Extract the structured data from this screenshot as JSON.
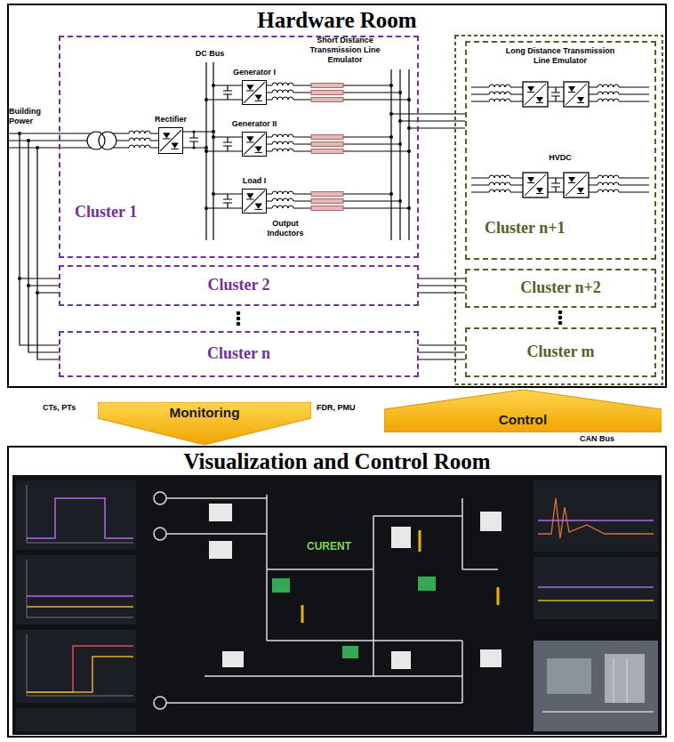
{
  "diagram": {
    "nodes": [
      {
        "text": [
          "Hardware Room"
        ]
      },
      {
        "text": [
          "Cluster 1"
        ],
        "in": 0
      },
      {
        "text": [
          "Rectifier"
        ],
        "in": 1
      },
      {
        "text": [
          "Generator I"
        ],
        "in": 1
      },
      {
        "text": [
          "Generator II"
        ],
        "in": 1
      },
      {
        "text": [
          "Load I"
        ],
        "in": 1
      },
      {
        "text": [
          "Cluster 2"
        ],
        "in": 0
      },
      {
        "text": [
          "Cluster n"
        ],
        "in": 0
      },
      {
        "text": [
          "Cluster n+1"
        ],
        "in": 0
      },
      {
        "text": [
          "Cluster n+2"
        ],
        "in": 0
      },
      {
        "text": [
          "Cluster m"
        ],
        "in": 0
      },
      {
        "text": [
          "Monitoring"
        ]
      },
      {
        "text": [
          "Control"
        ]
      },
      {
        "text": [
          "Visualization and Control Room"
        ]
      }
    ],
    "edges": [
      {
        "from": 1,
        "to": 8,
        "arrow": "none"
      },
      {
        "from": 6,
        "to": 9,
        "arrow": "none"
      },
      {
        "from": 7,
        "to": 10,
        "arrow": "none"
      }
    ],
    "labels": [
      "Building Power",
      "DC Bus",
      "Short Distance Transmission Line Emulator",
      "Output Inductors",
      "Long Distance Transmission Line Emulator",
      "HVDC",
      "CTs, PTs",
      "FDR, PMU",
      "CAN Bus",
      "CURENT"
    ]
  }
}
